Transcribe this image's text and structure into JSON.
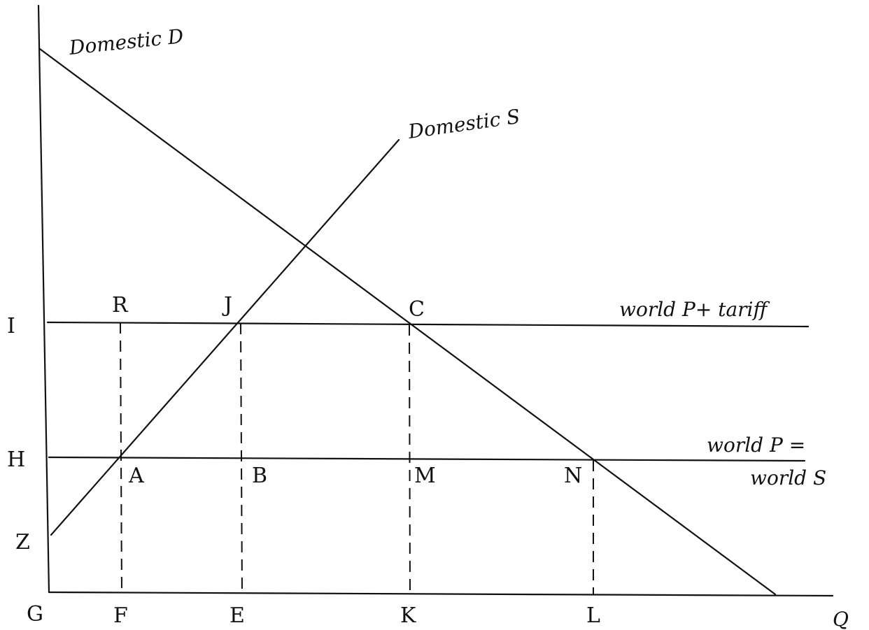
{
  "curves": {
    "demand": "Domestic D",
    "supply": "Domestic S",
    "tariff_price": "world P+ tariff",
    "world_price_line1": "world P =",
    "world_price_line2": "world S"
  },
  "axis": {
    "x_label": "Q"
  },
  "price_levels": {
    "tariff": "I",
    "world": "H",
    "supply_intercept": "Z",
    "origin": "G"
  },
  "quantities": {
    "f": "F",
    "e": "E",
    "k": "K",
    "l": "L"
  },
  "points": {
    "r": "R",
    "j": "J",
    "c": "C",
    "a": "A",
    "b": "B",
    "m": "M",
    "n": "N"
  }
}
